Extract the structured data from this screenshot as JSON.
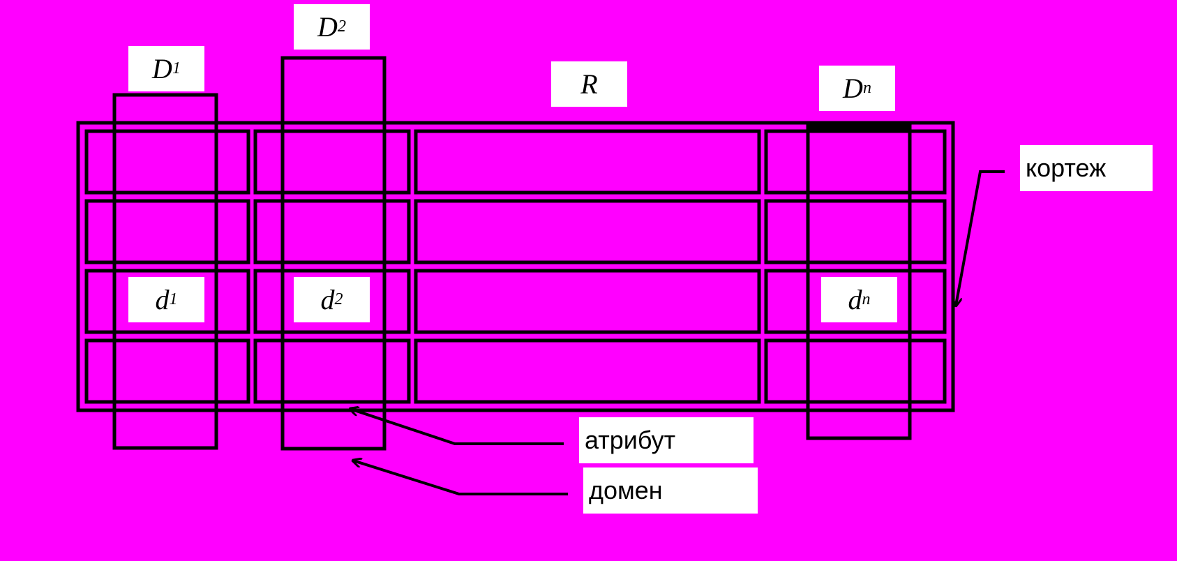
{
  "colors": {
    "background": "#ff00ff",
    "stroke": "#000000",
    "label_fill": "#ffffff"
  },
  "relation": {
    "label": "R",
    "rows": 4,
    "columns": 4
  },
  "domains": [
    {
      "id": "D1",
      "symbol": "D",
      "index": "1"
    },
    {
      "id": "D2",
      "symbol": "D",
      "index": "2"
    },
    {
      "id": "Dn",
      "symbol": "D",
      "index": "n"
    }
  ],
  "values": [
    {
      "id": "d1",
      "symbol": "d",
      "index": "1"
    },
    {
      "id": "d2",
      "symbol": "d",
      "index": "2"
    },
    {
      "id": "dn",
      "symbol": "d",
      "index": "n"
    }
  ],
  "callouts": {
    "tuple": "кортеж",
    "attribute": "атрибут",
    "domain": "домен"
  }
}
